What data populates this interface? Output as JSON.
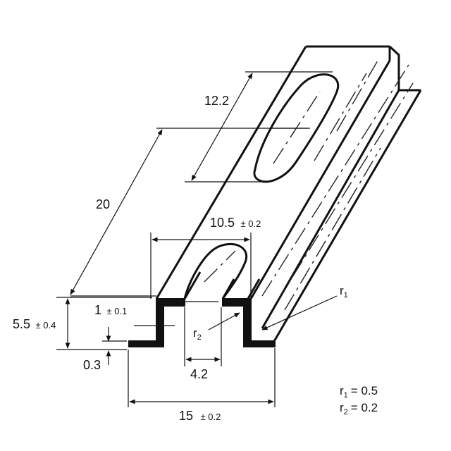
{
  "dimensions": {
    "slot_length": "12.2",
    "pitch": "20",
    "width_inner": "10.5",
    "width_inner_tol": "± 0.2",
    "height": "5.5",
    "height_tol": "± 0.4",
    "thickness": "1",
    "thickness_tol": "± 0.1",
    "base_offset": "0.3",
    "slot_width": "4.2",
    "width_outer": "15",
    "width_outer_tol": "± 0.2"
  },
  "radii": {
    "r1_label": "r",
    "r1_sub": "1",
    "r2_label": "r",
    "r2_sub": "2",
    "legend": [
      {
        "r": "r",
        "sub": "1",
        "value": "= 0.5"
      },
      {
        "r": "r",
        "sub": "2",
        "value": "= 0.2"
      }
    ]
  }
}
